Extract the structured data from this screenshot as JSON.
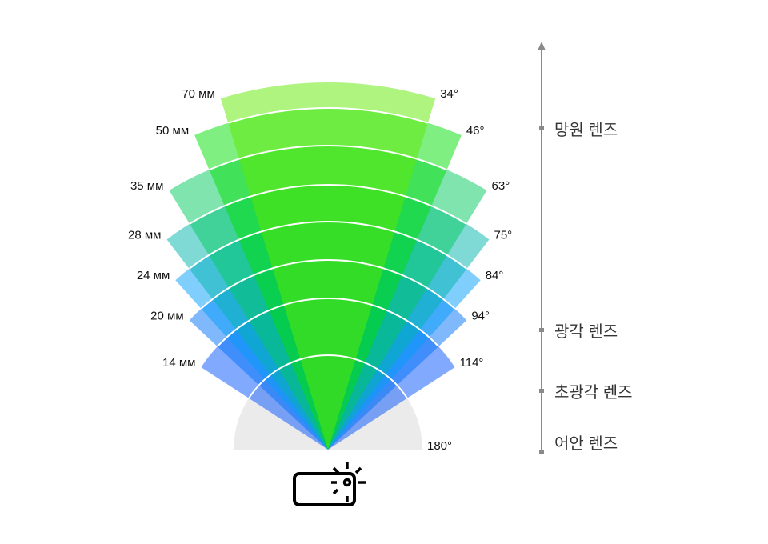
{
  "lenses": [
    {
      "focal": "70 мм",
      "angle": 34,
      "angle_label": "34°",
      "color": "#5de900"
    },
    {
      "focal": "50 мм",
      "angle": 46,
      "angle_label": "46°",
      "color": "#01df05"
    },
    {
      "focal": "35 мм",
      "angle": 63,
      "angle_label": "63°",
      "color": "#01c95d"
    },
    {
      "focal": "28 мм",
      "angle": 75,
      "angle_label": "75°",
      "color": "#00b5ab"
    },
    {
      "focal": "24 мм",
      "angle": 84,
      "angle_label": "84°",
      "color": "#019dfa"
    },
    {
      "focal": "20 мм",
      "angle": 94,
      "angle_label": "94°",
      "color": "#0073f9"
    },
    {
      "focal": "14 мм",
      "angle": 114,
      "angle_label": "114°",
      "color": "#0353fb"
    }
  ],
  "fisheye": {
    "angle": 180,
    "angle_label": "180°",
    "color": "#ebebeb"
  },
  "scale": {
    "color": "#8a8a8a",
    "categories": [
      "망원 렌즈",
      "광각 렌즈",
      "초광각 렌즈",
      "어안 렌즈"
    ]
  },
  "icon": "camera-icon"
}
